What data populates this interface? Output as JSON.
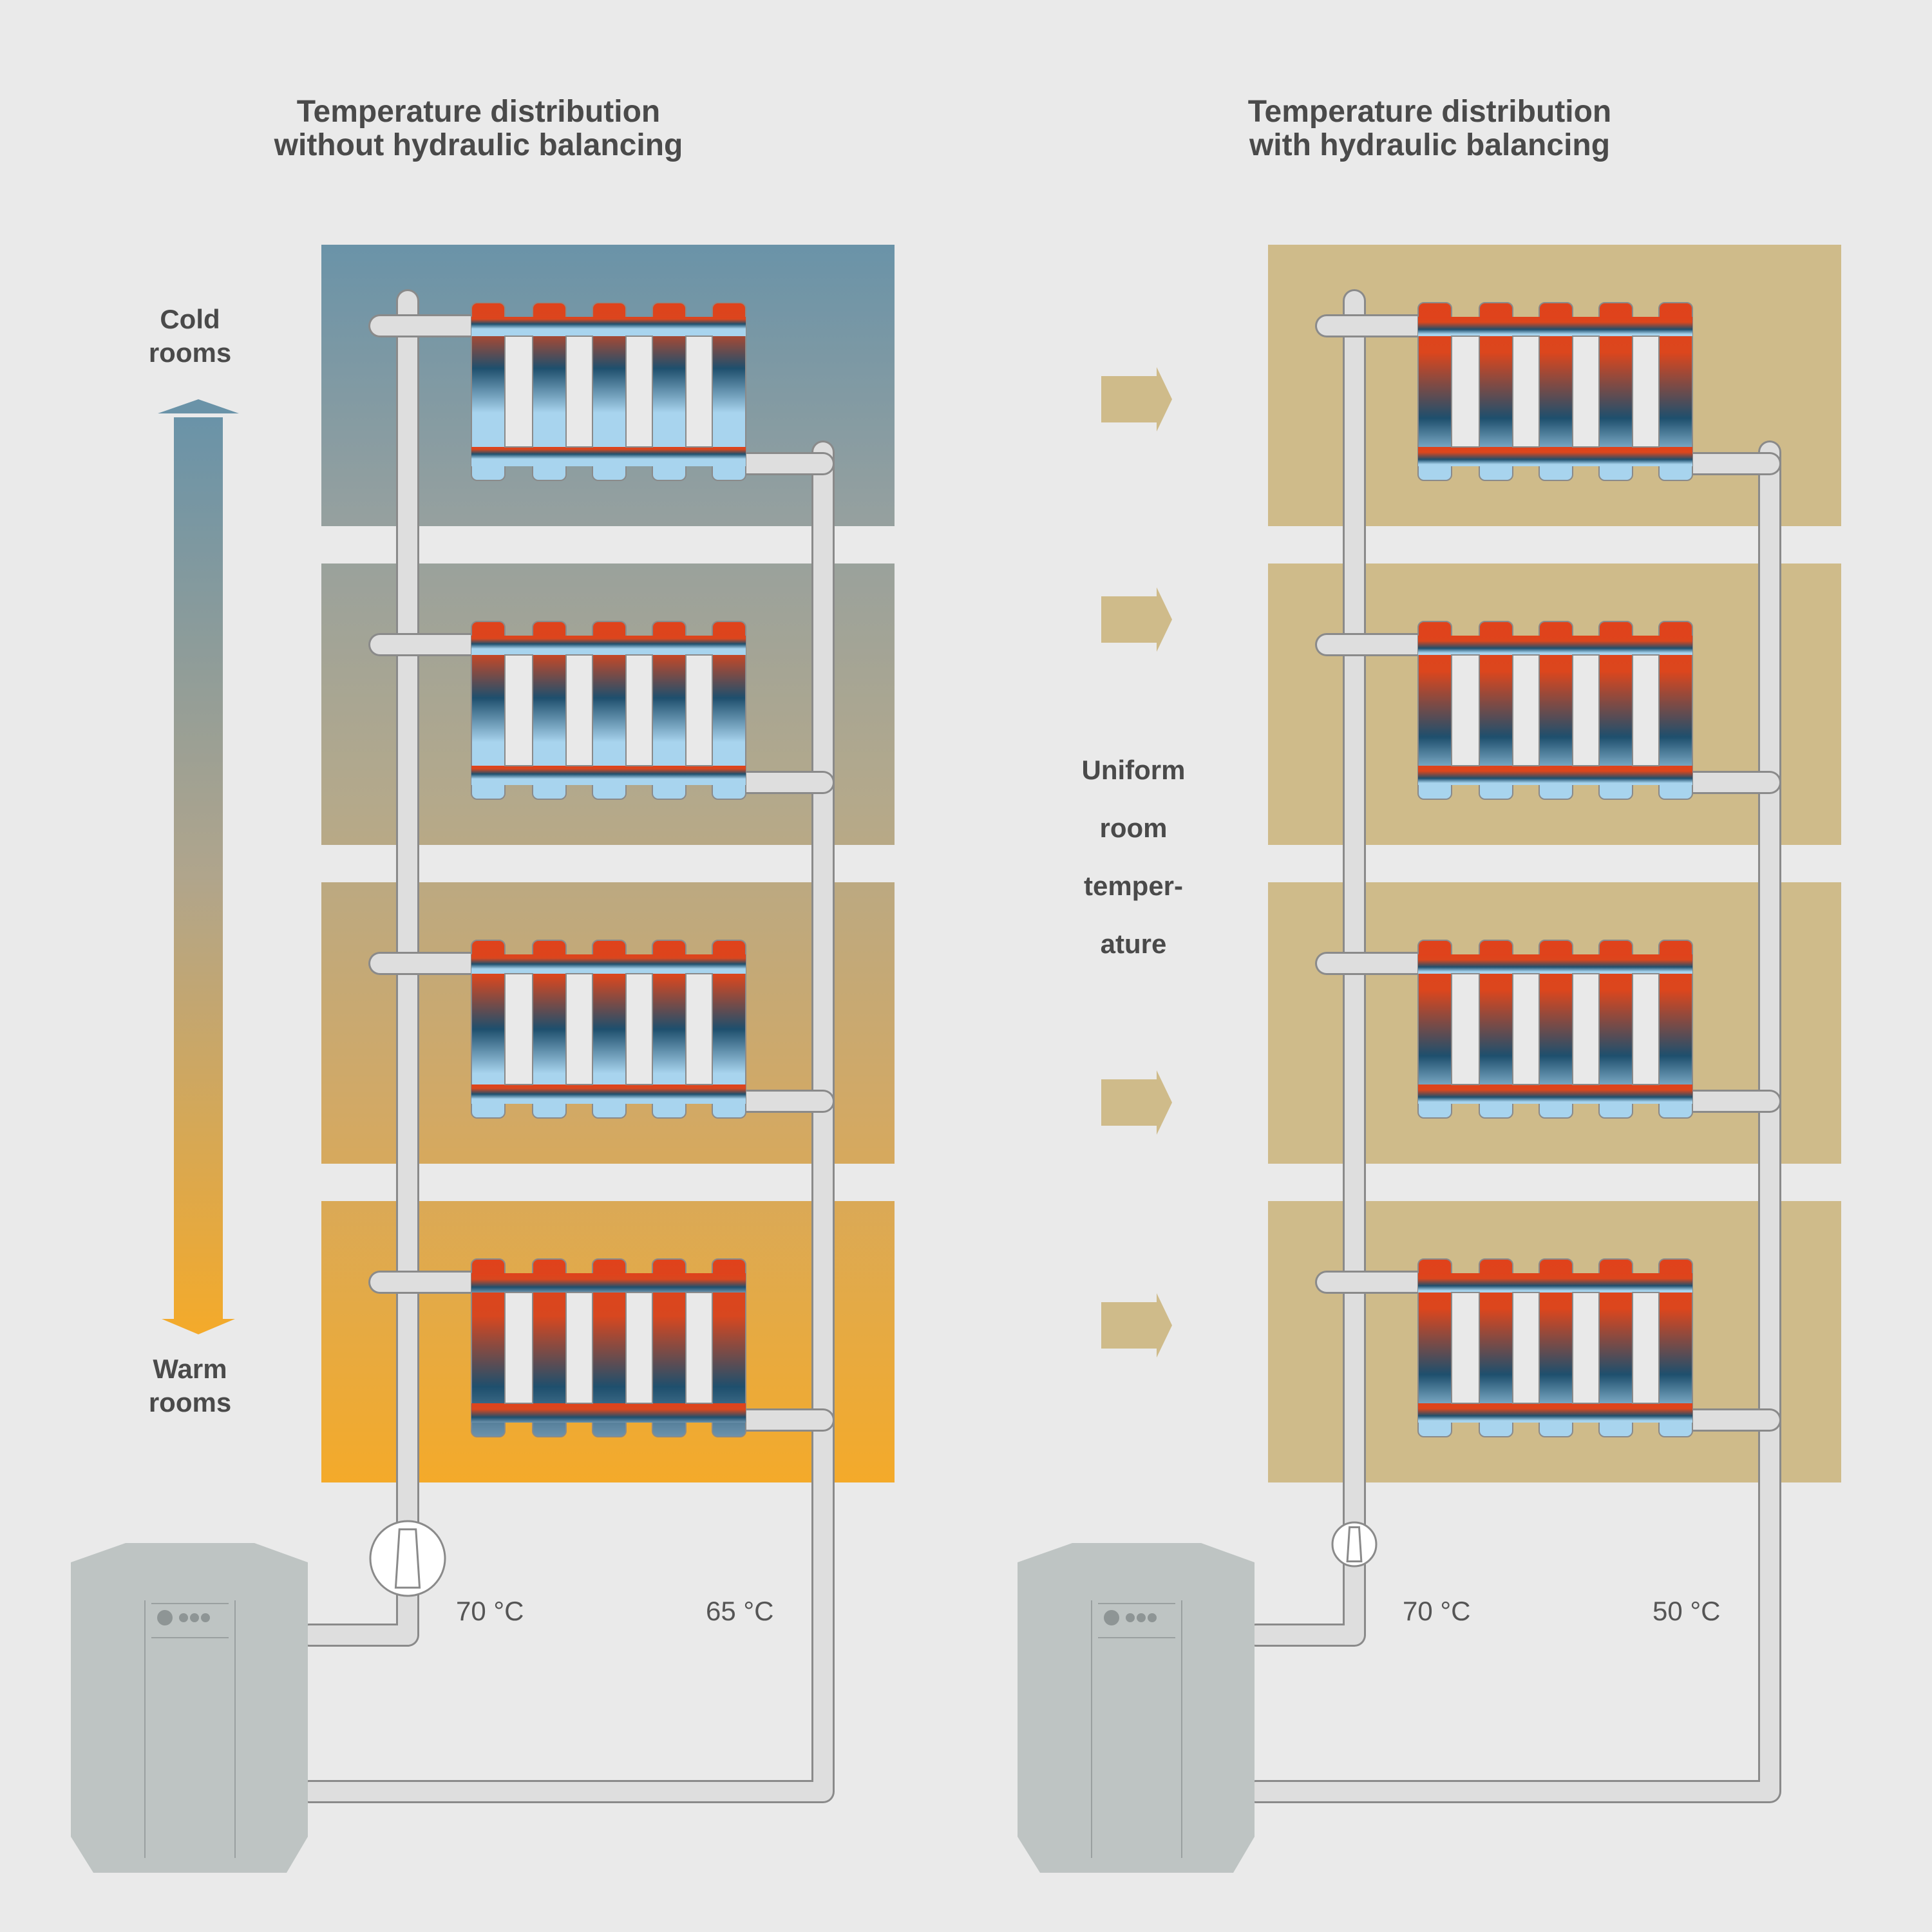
{
  "left_panel": {
    "title_line1": "Temperature distribution",
    "title_line2": "without hydraulic balancing",
    "cold_label_line1": "Cold",
    "cold_label_line2": "rooms",
    "warm_label_line1": "Warm",
    "warm_label_line2": "rooms",
    "supply_temp": "70 °C",
    "return_temp": "65 °C"
  },
  "right_panel": {
    "title_line1": "Temperature distribution",
    "title_line2": "with hydraulic balancing",
    "uniform_label_lines": [
      "Uniform",
      "room",
      "temper-",
      "ature"
    ],
    "supply_temp": "70 °C",
    "return_temp": "50 °C"
  },
  "colors": {
    "background": "#eaeaea",
    "cold_room": "#6a93a8",
    "warm_room": "#f4aa2a",
    "uniform_room": "#cfbb8a",
    "radiator_hot": "#e0421b",
    "radiator_mid": "#1e4f6d",
    "radiator_cold": "#a8d4ee",
    "pipe": "#dedede",
    "pipe_outline": "#8a8a8a",
    "boiler": "#bec4c3"
  },
  "icons": [
    "boiler-icon",
    "pump-icon",
    "radiator-icon",
    "arrow-right-icon",
    "double-arrow-icon"
  ]
}
